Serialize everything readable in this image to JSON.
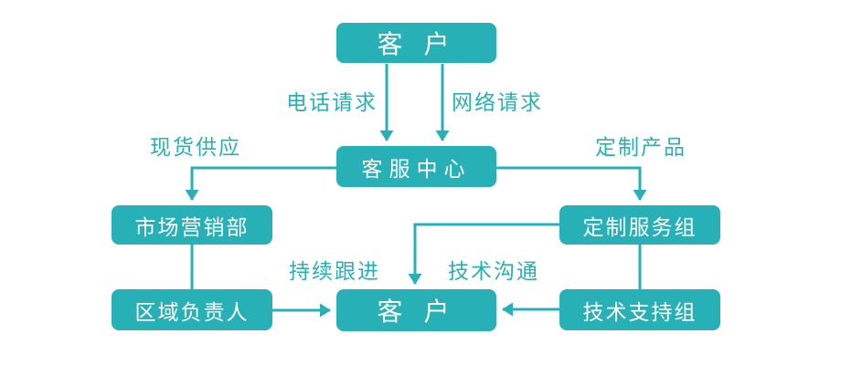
{
  "diagram": {
    "title": "customer-service-flowchart",
    "colors": {
      "accent": "#27b0b5",
      "node_text": "#ffffff",
      "background": "#ffffff"
    },
    "nodes": [
      {
        "id": "customer-top",
        "label": "客 户"
      },
      {
        "id": "service-center",
        "label": "客服中心"
      },
      {
        "id": "marketing-dept",
        "label": "市场营销部"
      },
      {
        "id": "custom-service-group",
        "label": "定制服务组"
      },
      {
        "id": "regional-manager",
        "label": "区域负责人"
      },
      {
        "id": "customer-bottom",
        "label": "客 户"
      },
      {
        "id": "tech-support-group",
        "label": "技术支持组"
      }
    ],
    "edges": [
      {
        "from": "customer-top",
        "to": "service-center",
        "label": "电话请求",
        "arrow": true
      },
      {
        "from": "customer-top",
        "to": "service-center",
        "label": "网络请求",
        "arrow": true
      },
      {
        "from": "service-center",
        "to": "marketing-dept",
        "label": "现货供应",
        "arrow": true
      },
      {
        "from": "service-center",
        "to": "custom-service-group",
        "label": "定制产品",
        "arrow": true
      },
      {
        "from": "marketing-dept",
        "to": "regional-manager",
        "label": "",
        "arrow": false
      },
      {
        "from": "custom-service-group",
        "to": "tech-support-group",
        "label": "",
        "arrow": false
      },
      {
        "from": "regional-manager",
        "to": "customer-bottom",
        "label": "持续跟进",
        "arrow": true
      },
      {
        "from": "custom-service-group",
        "to": "customer-bottom",
        "label": "技术沟通",
        "arrow": true
      },
      {
        "from": "tech-support-group",
        "to": "customer-bottom",
        "label": "",
        "arrow": true
      }
    ]
  }
}
